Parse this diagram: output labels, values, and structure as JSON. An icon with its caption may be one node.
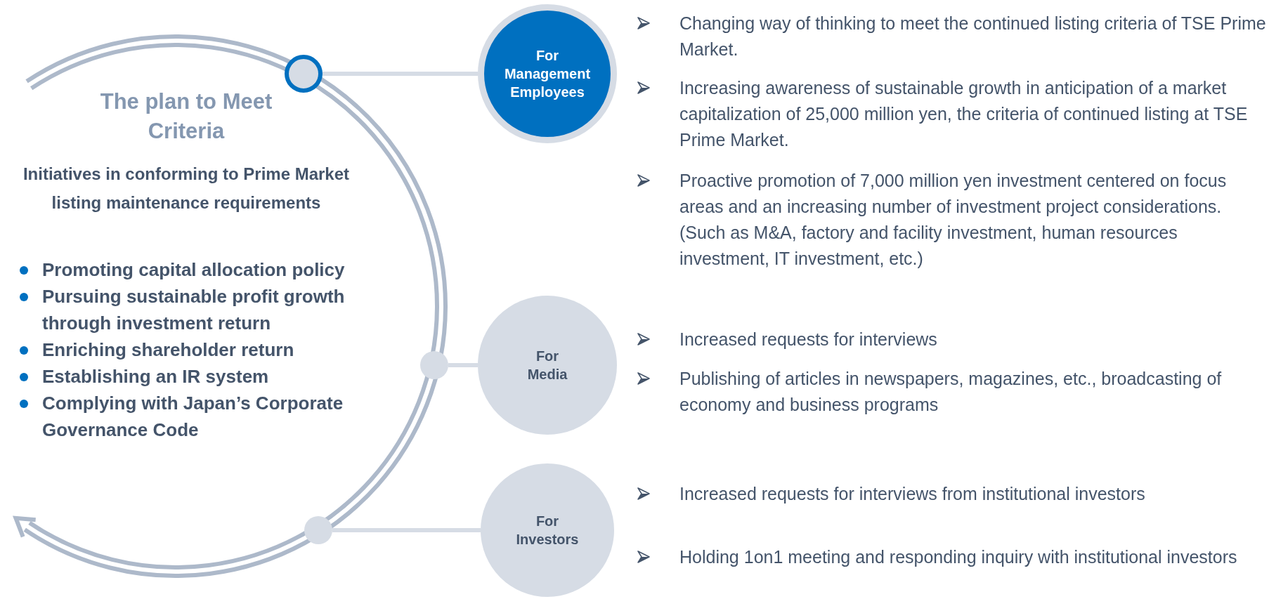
{
  "diagram": {
    "nodes": [
      {
        "text": [],
        "shape": "circle"
      },
      {
        "text": [
          "For Management Employees"
        ],
        "beside": [
          "Changing way of thinking to meet the continued listing criteria of TSE Prime Market.",
          "Increasing awareness of sustainable growth in anticipation of a market capitalization of 25,000 million yen, the criteria of continued listing at TSE Prime Market.",
          "Proactive promotion of 7,000 million yen investment centered on focus areas and an increasing number of investment project considerations. (Such as M&A, factory and facility investment, human resources investment, IT investment, etc.)"
        ]
      },
      {
        "text": [],
        "shape": "circle"
      },
      {
        "text": [
          "For Media"
        ],
        "beside": [
          "Increased requests for interviews",
          "Publishing of articles in newspapers, magazines, etc., broadcasting of economy and business programs"
        ]
      },
      {
        "text": [],
        "shape": "circle"
      },
      {
        "text": [
          "For Investors"
        ],
        "beside": [
          "Increased requests for interviews from institutional investors",
          "Holding 1on1 meeting and responding inquiry with institutional investors"
        ]
      }
    ],
    "edges": [
      {
        "from": 0,
        "to": 1,
        "arrow": "none"
      },
      {
        "from": 2,
        "to": 3,
        "arrow": "none"
      },
      {
        "from": 4,
        "to": 5,
        "arrow": "none"
      }
    ],
    "labels": [
      "The plan to Meet Criteria",
      "Initiatives in conforming to Prime Market listing maintenance requirements",
      "Promoting capital allocation policy",
      "Pursuing sustainable profit growth through investment return",
      "Enriching shareholder return",
      "Establishing an IR system",
      "Complying with Japan’s Corporate Governance Code"
    ]
  }
}
